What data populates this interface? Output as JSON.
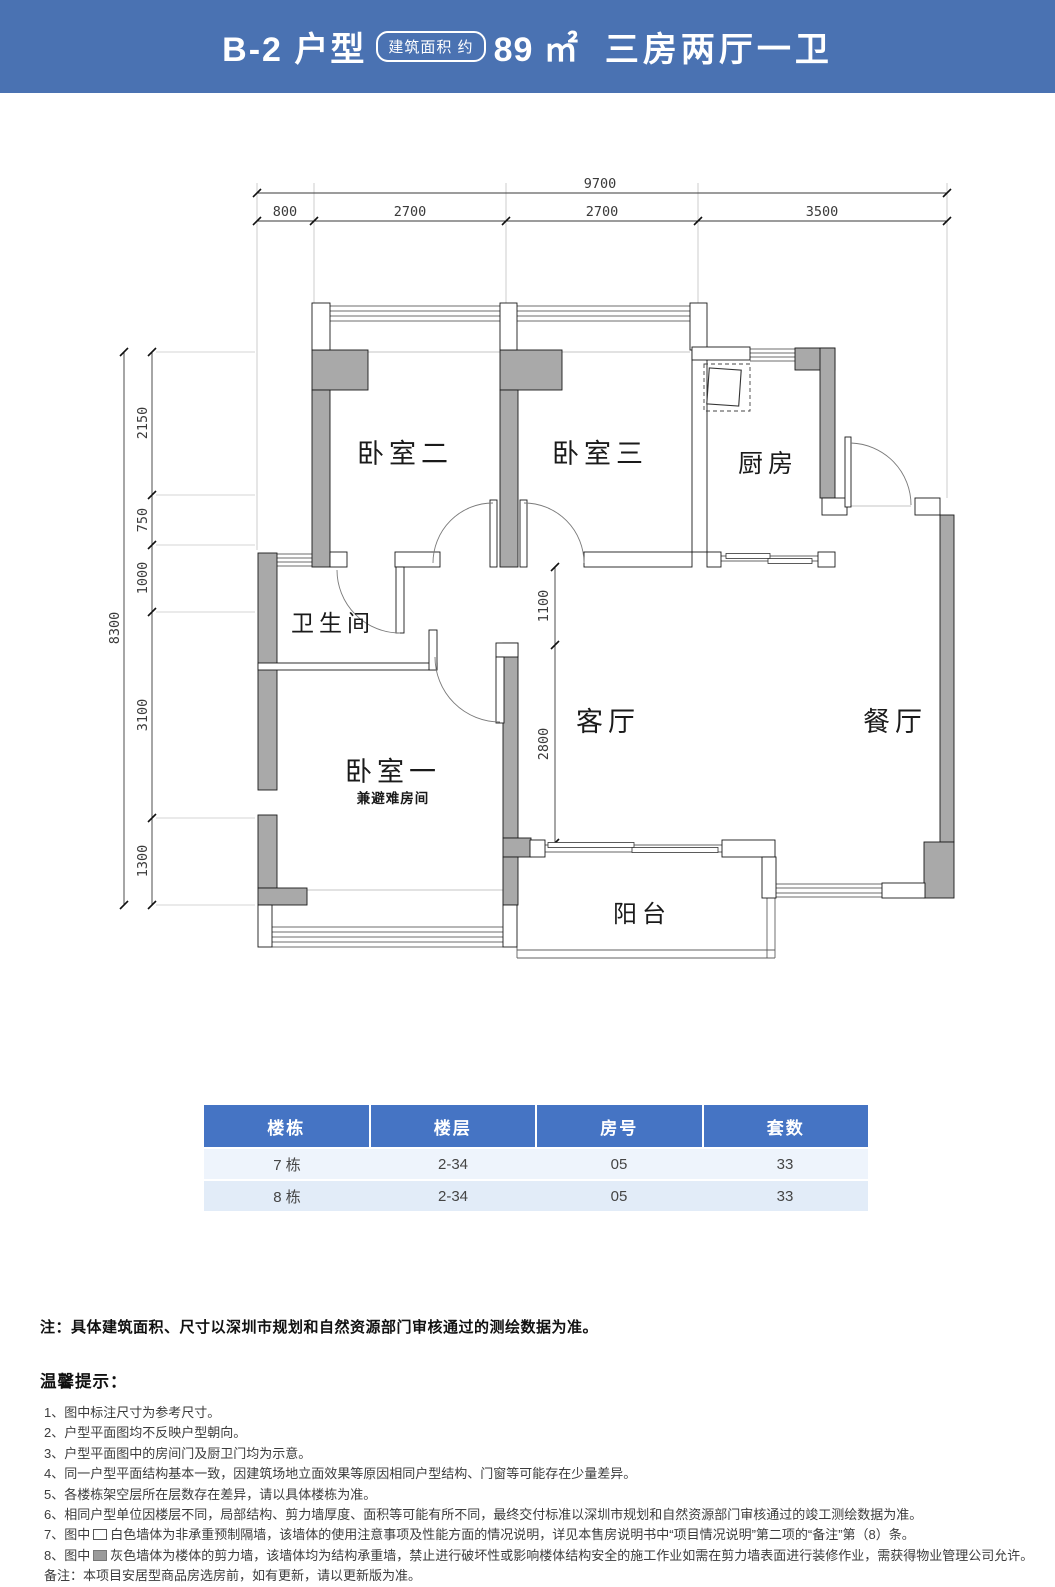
{
  "header": {
    "title": "B-2 户型",
    "area_badge": "建筑面积 约",
    "area_value": "89 ㎡",
    "subtitle": "三房两厅一卫"
  },
  "colors": {
    "header_bg": "#4a72b2",
    "table_header_bg": "#4574c4",
    "table_row1_bg": "#eef4fc",
    "table_row2_bg": "#e2ecf8",
    "shear_wall_gray": "#a9a9a9"
  },
  "plan": {
    "rooms": {
      "bedroom2": "卧室二",
      "bedroom3": "卧室三",
      "kitchen": "厨房",
      "bathroom": "卫生间",
      "bedroom1": "卧室一",
      "bedroom1_sub": "兼避难房间",
      "living": "客厅",
      "dining": "餐厅",
      "balcony": "阳台"
    },
    "dims": {
      "total_width": "9700",
      "w1": "800",
      "w2": "2700",
      "w3": "2700",
      "w4": "3500",
      "total_height": "8300",
      "h1": "2150",
      "h2": "750",
      "h3": "1000",
      "h4": "3100",
      "h5": "1300",
      "hall_depth": "1100",
      "living_depth": "2800"
    }
  },
  "table": {
    "headers": [
      "楼栋",
      "楼层",
      "房号",
      "套数"
    ],
    "rows": [
      [
        "7 栋",
        "2-34",
        "05",
        "33"
      ],
      [
        "8 栋",
        "2-34",
        "05",
        "33"
      ]
    ]
  },
  "notes": {
    "note_main": "注：具体建筑面积、尺寸以深圳市规划和自然资源部门审核通过的测绘数据为准。",
    "tips_title": "温馨提示：",
    "items": [
      "1、图中标注尺寸为参考尺寸。",
      "2、户型平面图均不反映户型朝向。",
      "3、户型平面图中的房间门及厨卫门均为示意。",
      "4、同一户型平面结构基本一致，因建筑场地立面效果等原因相同户型结构、门窗等可能存在少量差异。",
      "5、各楼栋架空层所在层数存在差异，请以具体楼栋为准。",
      "6、相同户型单位因楼层不同，局部结构、剪力墙厚度、面积等可能有所不同，最终交付标准以深圳市规划和自然资源部门审核通过的竣工测绘数据为准。"
    ],
    "item7_prefix": "7、图中",
    "item7_rest": "白色墙体为非承重预制隔墙，该墙体的使用注意事项及性能方面的情况说明，详见本售房说明书中“项目情况说明”第二项的“备注”第（8）条。",
    "item8_prefix": "8、图中",
    "item8_rest": "灰色墙体为楼体的剪力墙，该墙体均为结构承重墙，禁止进行破坏性或影响楼体结构安全的施工作业如需在剪力墙表面进行装修作业，需获得物业管理公司允许。",
    "remark": "备注：本项目安居型商品房选房前，如有更新，请以更新版为准。"
  }
}
